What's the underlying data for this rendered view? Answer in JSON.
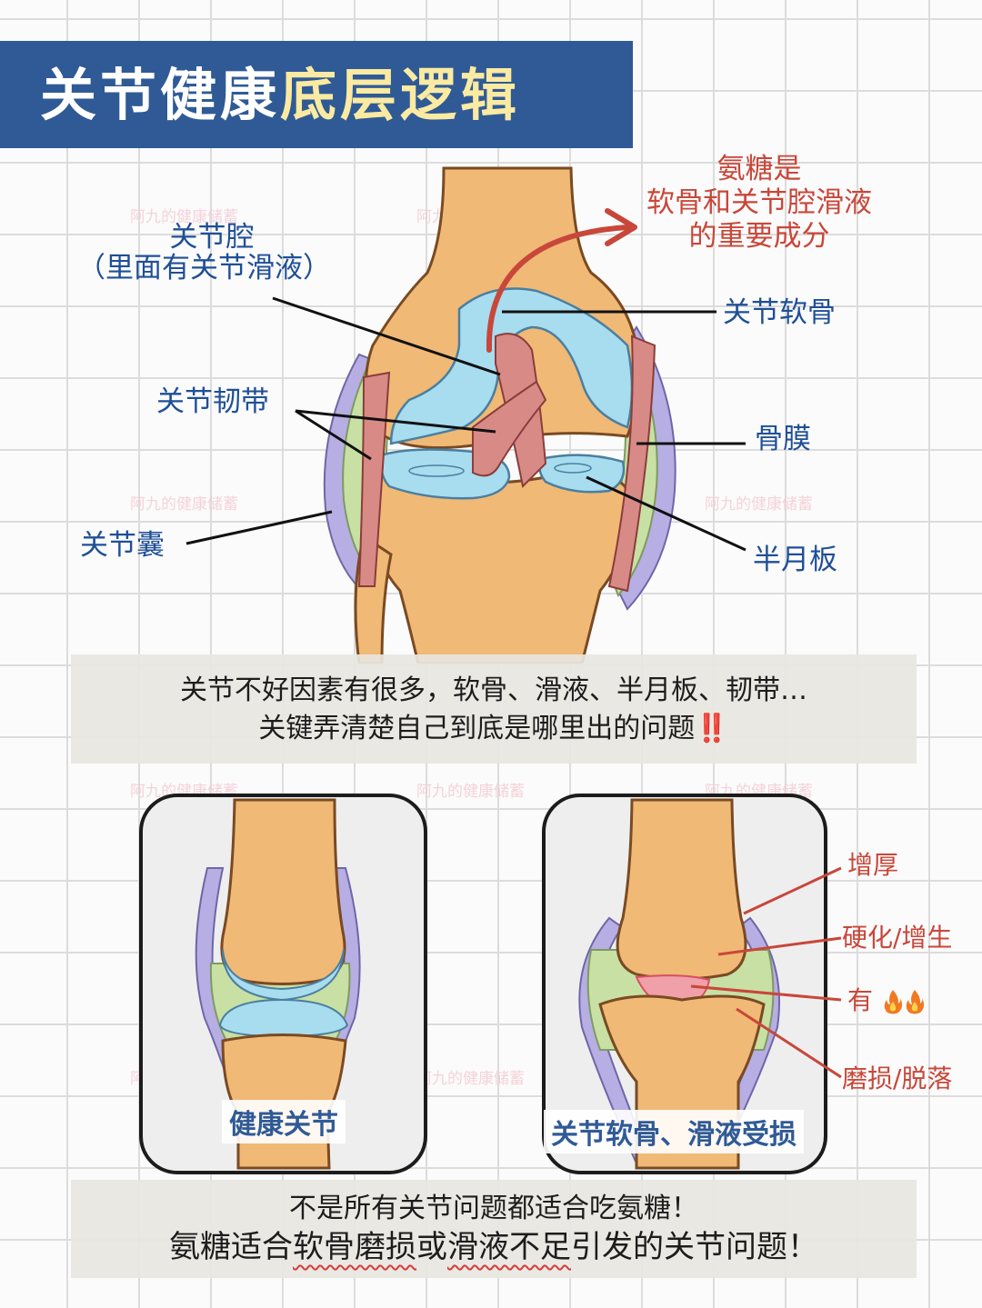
{
  "title": {
    "part1": "关节健康",
    "part2": "底层逻辑"
  },
  "knee_diagram": {
    "label_cavity": "关节腔",
    "label_cavity_sub": "（里面有关节滑液）",
    "label_cartilage": "关节软骨",
    "label_ligament": "关节韧带",
    "label_periosteum": "骨膜",
    "label_capsule": "关节囊",
    "label_meniscus": "半月板",
    "note_line1": "氨糖是",
    "note_line2": "软骨和关节腔滑液",
    "note_line3": "的重要成分"
  },
  "info_band": {
    "line1": "关节不好因素有很多，软骨、滑液、半月板、韧带…",
    "line2": "关键弄清楚自己到底是哪里出的问题",
    "line2_emoji": "‼️"
  },
  "panels": {
    "healthy_label": "健康关节",
    "damaged_label": "关节软骨、滑液受损",
    "callout_thicken": "增厚",
    "callout_harden": "硬化/增生",
    "callout_inflamed": "有",
    "callout_wear": "磨损/脱落"
  },
  "bottom_band": {
    "line1": "不是所有关节问题都适合吃氨糖！",
    "line2_a": "氨糖适合",
    "line2_b": "软骨磨损",
    "line2_c": "或",
    "line2_d": "滑液不足",
    "line2_e": "引发的关节问题！"
  },
  "watermark": "阿九的健康储蓄",
  "colors": {
    "banner": "#2f5a96",
    "banner_highlight": "#fbeaa1",
    "label_blue": "#1f4f97",
    "label_red": "#c8473a",
    "bone": "#f0b976",
    "cartilage": "#a8dcef",
    "synovium": "#c8e0a4",
    "membrane": "#b7aee3"
  }
}
